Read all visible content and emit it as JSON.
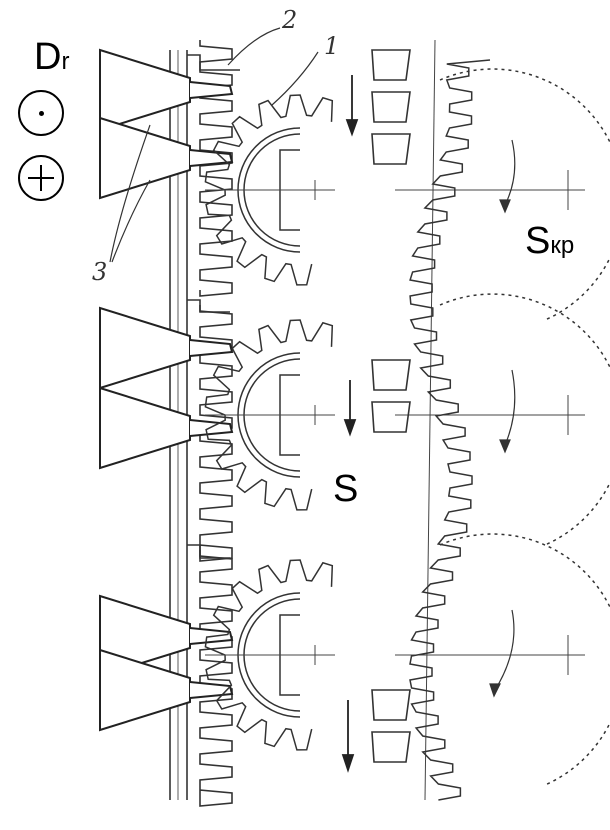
{
  "legend": {
    "dr_label": "D",
    "dr_sub": "r",
    "dot_symbol_icon": "circle-dot-icon",
    "plus_symbol_icon": "circle-plus-icon"
  },
  "labels": {
    "part_1": "1",
    "part_2": "2",
    "part_3": "3",
    "feed": "S",
    "round_feed": "S",
    "round_feed_sub": "кр"
  },
  "colors": {
    "line": "#333333",
    "outline": "#2a2a2a",
    "background": "#ffffff"
  }
}
